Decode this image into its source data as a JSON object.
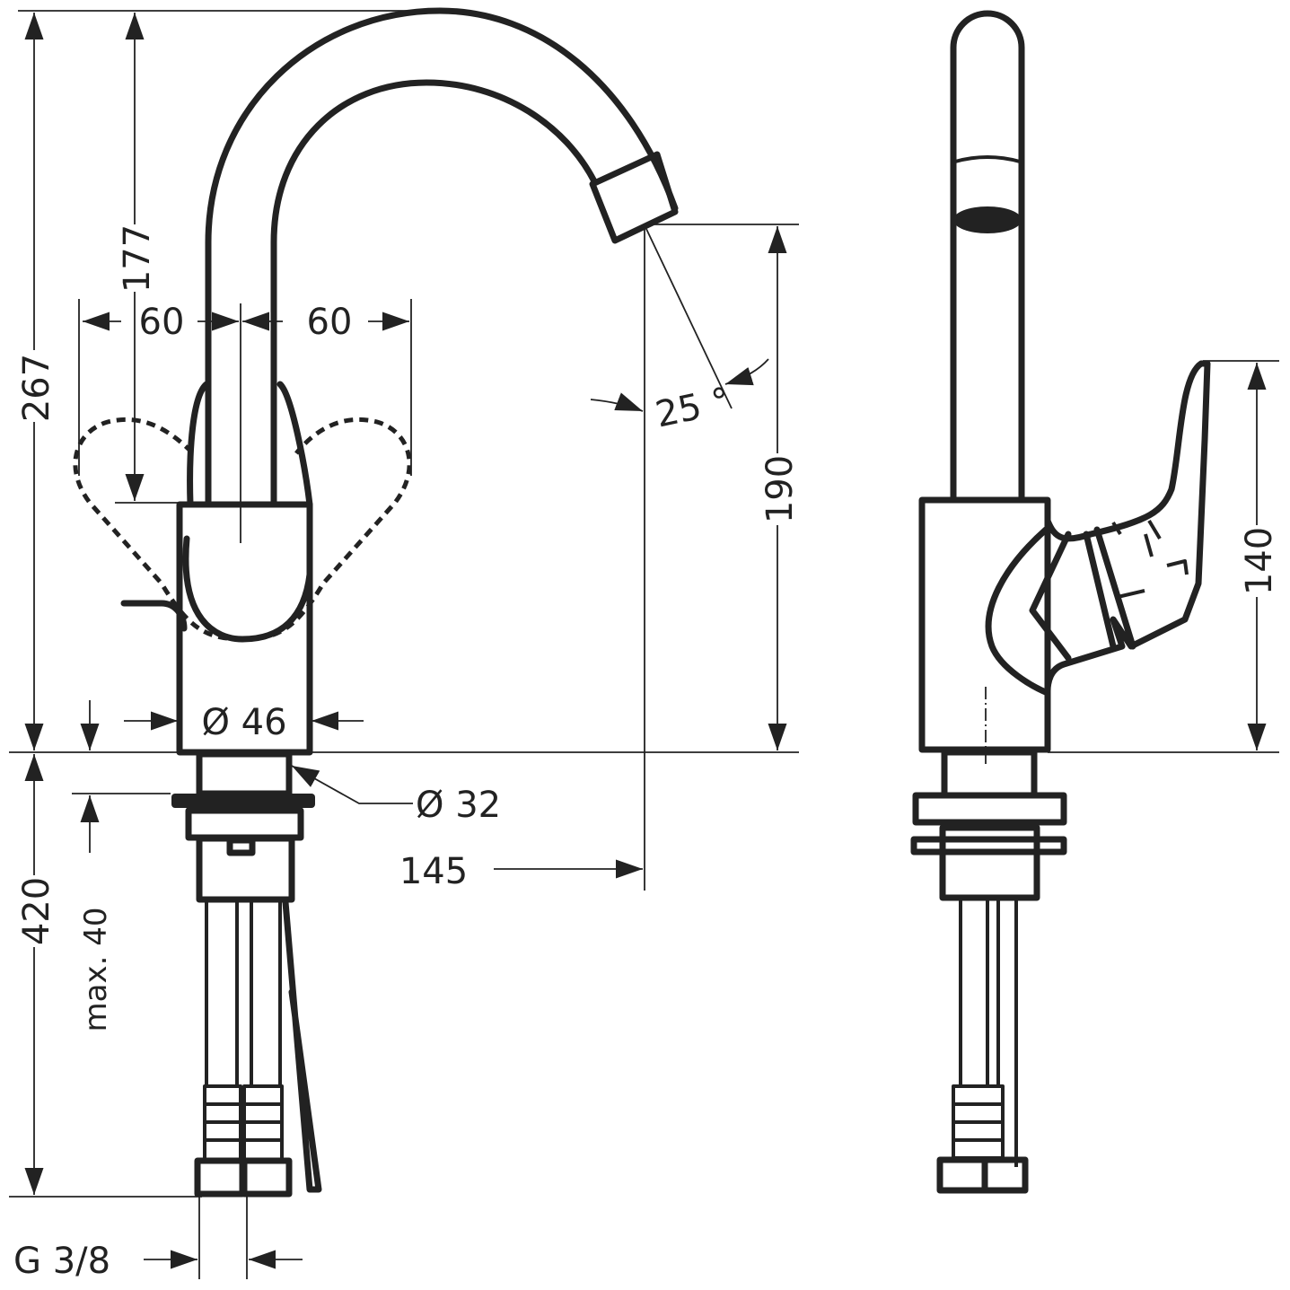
{
  "dimensions": {
    "total_height": "267",
    "spout_height": "177",
    "handle_left": "60",
    "handle_right": "60",
    "spout_angle": "25 °",
    "outlet_height": "190",
    "handle_height": "140",
    "body_diameter": "Ø 46",
    "base_diameter": "Ø 32",
    "spout_reach": "145",
    "hose_length": "420",
    "max_thickness": "max. 40",
    "connection": "G 3/8"
  }
}
